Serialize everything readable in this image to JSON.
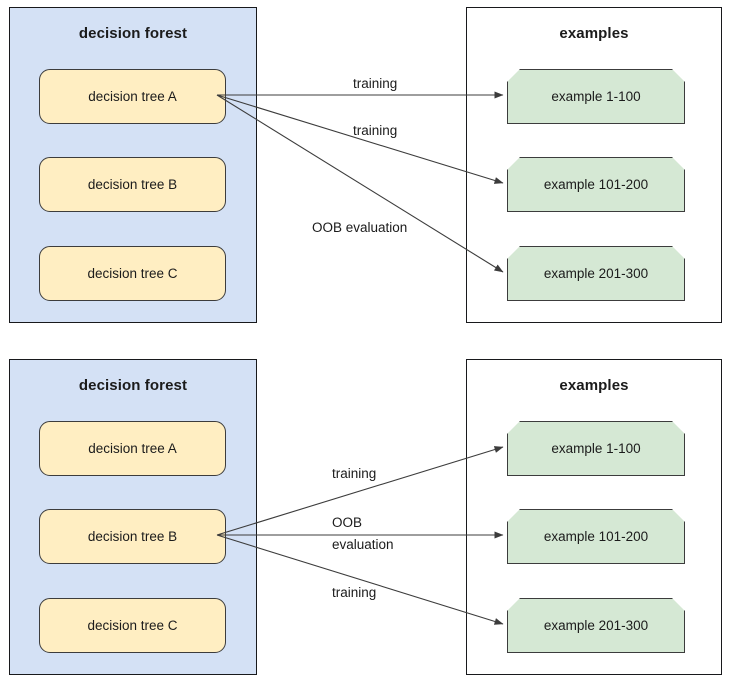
{
  "colors": {
    "forest_panel_fill": "#d4e1f5",
    "tree_box_fill": "#ffeec2",
    "example_box_fill": "#d5e8d4",
    "stroke": "#3c3c3c",
    "panel_border": "#18191c",
    "text": "#1b1b1b",
    "page_background": "#ffffff"
  },
  "diagrams": [
    {
      "forest": {
        "title": "decision forest",
        "trees": [
          {
            "label": "decision tree A",
            "highlighted": true
          },
          {
            "label": "decision tree B",
            "highlighted": false
          },
          {
            "label": "decision tree C",
            "highlighted": false
          }
        ]
      },
      "examples": {
        "title": "examples",
        "items": [
          {
            "label": "example 1-100"
          },
          {
            "label": "example 101-200"
          },
          {
            "label": "example 201-300"
          }
        ]
      },
      "edges": [
        {
          "from": "decision tree A",
          "to": "example 1-100",
          "label": "training",
          "label_lines": [
            "training"
          ]
        },
        {
          "from": "decision tree A",
          "to": "example 101-200",
          "label": "training",
          "label_lines": [
            "training"
          ]
        },
        {
          "from": "decision tree A",
          "to": "example 201-300",
          "label": "OOB evaluation",
          "label_lines": [
            "OOB evaluation"
          ]
        }
      ]
    },
    {
      "forest": {
        "title": "decision forest",
        "trees": [
          {
            "label": "decision tree A",
            "highlighted": false
          },
          {
            "label": "decision tree B",
            "highlighted": true
          },
          {
            "label": "decision tree C",
            "highlighted": false
          }
        ]
      },
      "examples": {
        "title": "examples",
        "items": [
          {
            "label": "example 1-100"
          },
          {
            "label": "example 101-200"
          },
          {
            "label": "example 201-300"
          }
        ]
      },
      "edges": [
        {
          "from": "decision tree B",
          "to": "example 1-100",
          "label": "training",
          "label_lines": [
            "training"
          ]
        },
        {
          "from": "decision tree B",
          "to": "example 101-200",
          "label": "OOB evaluation",
          "label_lines": [
            "OOB",
            "evaluation"
          ]
        },
        {
          "from": "decision tree B",
          "to": "example 201-300",
          "label": "training",
          "label_lines": [
            "training"
          ]
        }
      ]
    }
  ]
}
